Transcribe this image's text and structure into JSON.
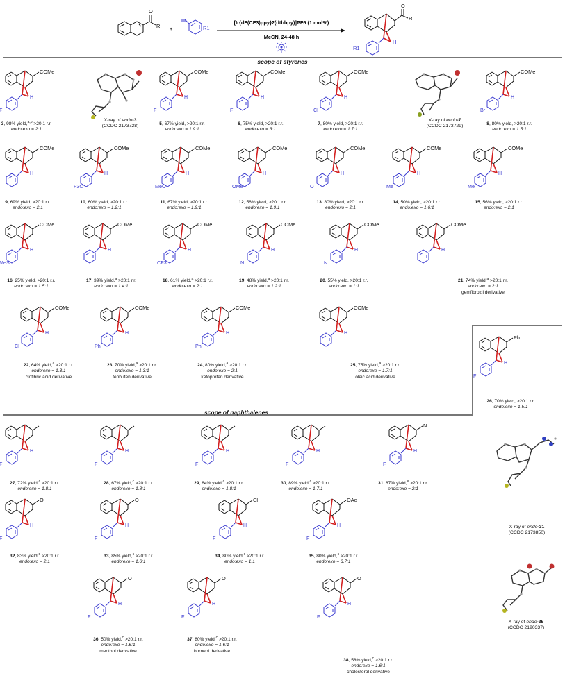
{
  "scheme": {
    "reagent_r": "R",
    "reagent_r1": "R1",
    "plus": "+",
    "catalyst": "[Ir{dF(CF3)ppy}2(dtbbpy)]PF6 (1 mol%)",
    "conditions": "MeCN, 24-48 h",
    "product_r": "R",
    "product_r1": "R1",
    "product_h": "H",
    "colors": {
      "bond": "#111111",
      "new_ring": "#d32020",
      "aryl": "#3a3ad0"
    }
  },
  "sections": {
    "styrenes": "scope of styrenes",
    "naphthalenes": "scope of naphthalenes"
  },
  "compounds": [
    {
      "id": "3",
      "r": "COMe",
      "sub": "F",
      "yield": "98% yield,",
      "sup": "a,b",
      "rr": " >20:1 r.r.",
      "ratio": "endo:exo = 2:1",
      "note": ""
    },
    {
      "id": "5",
      "r": "COMe",
      "sub": "F",
      "yield": "67% yield,",
      "sup": "",
      "rr": " >20:1 r.r.",
      "ratio": "endo:exo = 1.9:1",
      "note": ""
    },
    {
      "id": "6",
      "r": "COMe",
      "sub": "F",
      "yield": "75% yield,",
      "sup": "",
      "rr": " >20:1 r.r.",
      "ratio": "endo:exo = 3:1",
      "note": ""
    },
    {
      "id": "7",
      "r": "COMe",
      "sub": "Cl",
      "yield": "80% yield,",
      "sup": "",
      "rr": " >20:1 r.r.",
      "ratio": "endo:exo = 1.7:1",
      "note": ""
    },
    {
      "id": "8",
      "r": "COMe",
      "sub": "Br",
      "yield": "80% yield,",
      "sup": "",
      "rr": " >20:1 r.r.",
      "ratio": "endo:exo = 1.5:1",
      "note": ""
    },
    {
      "id": "9",
      "r": "COMe",
      "sub": "",
      "yield": "69% yield,",
      "sup": "",
      "rr": " >20:1 r.r.",
      "ratio": "endo:exo = 2:1",
      "note": ""
    },
    {
      "id": "10",
      "r": "COMe",
      "sub": "F3C",
      "yield": "60% yield,",
      "sup": "",
      "rr": " >20:1 r.r.",
      "ratio": "endo:exo = 1.2:1",
      "note": ""
    },
    {
      "id": "11",
      "r": "COMe",
      "sub": "MeO",
      "yield": "67% yield,",
      "sup": "",
      "rr": " >20:1 r.r.",
      "ratio": "endo:exo = 1.9:1",
      "note": ""
    },
    {
      "id": "12",
      "r": "COMe",
      "sub": "OMe",
      "yield": "56% yield,",
      "sup": "",
      "rr": " >20:1 r.r.",
      "ratio": "endo:exo = 1.9:1",
      "note": ""
    },
    {
      "id": "13",
      "r": "COMe",
      "sub": "O",
      "yield": "80% yield,",
      "sup": "",
      "rr": " >20:1 r.r.",
      "ratio": "endo:exo = 2:1",
      "note": ""
    },
    {
      "id": "14",
      "r": "COMe",
      "sub": "Me",
      "yield": "50% yield,",
      "sup": "",
      "rr": " >20:1 r.r.",
      "ratio": "endo:exo = 1.6:1",
      "note": ""
    },
    {
      "id": "15",
      "r": "COMe",
      "sub": "Me",
      "yield": "56% yield,",
      "sup": "",
      "rr": " >20:1 r.r.",
      "ratio": "endo:exo = 2:1",
      "note": ""
    },
    {
      "id": "16",
      "r": "COMe",
      "sub": "MeS",
      "yield": "25% yield,",
      "sup": "",
      "rr": " >20:1 r.r.",
      "ratio": "endo:exo = 1.5:1",
      "note": ""
    },
    {
      "id": "17",
      "r": "COMe",
      "sub": "",
      "yield": "39% yield,",
      "sup": "a",
      "rr": " >20:1 r.r.",
      "ratio": "endo:exo = 1.4:1",
      "note": ""
    },
    {
      "id": "18",
      "r": "COMe",
      "sub": "CF3",
      "yield": "61% yield,",
      "sup": "a",
      "rr": " >20:1 r.r.",
      "ratio": "endo:exo = 2:1",
      "note": ""
    },
    {
      "id": "19",
      "r": "COMe",
      "sub": "N",
      "yield": "48% yield,",
      "sup": "a",
      "rr": " >20:1 r.r.",
      "ratio": "endo:exo = 1.2:1",
      "note": ""
    },
    {
      "id": "20",
      "r": "COMe",
      "sub": "N",
      "yield": "55% yield,",
      "sup": "",
      "rr": " >20:1 r.r.",
      "ratio": "endo:exo = 1:1",
      "note": ""
    },
    {
      "id": "21",
      "r": "COMe",
      "sub": "",
      "yield": "74% yield,",
      "sup": "a",
      "rr": " >20:1 r.r.",
      "ratio": "endo:exo = 2:1",
      "note": "gemfibrozil derivative"
    },
    {
      "id": "22",
      "r": "COMe",
      "sub": "Cl",
      "yield": "64% yield,",
      "sup": "a",
      "rr": " >20:1 r.r.",
      "ratio": "endo:exo = 1.3:1",
      "note": "clofibric acid derivative"
    },
    {
      "id": "23",
      "r": "COMe",
      "sub": "Ph",
      "yield": "70% yield,",
      "sup": "a",
      "rr": " >20:1 r.r.",
      "ratio": "endo:exo = 1.3:1",
      "note": "fenbufen derivative"
    },
    {
      "id": "24",
      "r": "COMe",
      "sub": "Ph",
      "yield": "80% yield,",
      "sup": "a",
      "rr": " >20:1 r.r.",
      "ratio": "endo:exo = 2:1",
      "note": "ketoprofen derivative"
    },
    {
      "id": "25",
      "r": "COMe",
      "sub": "",
      "yield": "75% yield,",
      "sup": "a",
      "rr": " >20:1 r.r.",
      "ratio": "endo:exo = 1.7:1",
      "note": "oleic acid derivative"
    },
    {
      "id": "26",
      "r": "Ph",
      "sub": "F",
      "yield": "70% yield,",
      "sup": "",
      "rr": " >20:1 r.r.",
      "ratio": "endo:exo = 1.5:1",
      "note": ""
    },
    {
      "id": "27",
      "r": "",
      "sub": "F",
      "yield": "72% yield,",
      "sup": "c",
      "rr": " >20:1 r.r.",
      "ratio": "endo:exo = 1.8:1",
      "note": ""
    },
    {
      "id": "28",
      "r": "",
      "sub": "F",
      "yield": "67% yield,",
      "sup": "c",
      "rr": " >20:1 r.r.",
      "ratio": "endo:exo = 1.8:1",
      "note": ""
    },
    {
      "id": "29",
      "r": "",
      "sub": "F",
      "yield": "84% yield,",
      "sup": "c",
      "rr": " >20:1 r.r.",
      "ratio": "endo:exo = 1.8:1",
      "note": ""
    },
    {
      "id": "30",
      "r": "",
      "sub": "F",
      "yield": "89% yield,",
      "sup": "c",
      "rr": " >20:1 r.r.",
      "ratio": "endo:exo = 1.7:1",
      "note": ""
    },
    {
      "id": "31",
      "r": "N",
      "sub": "F",
      "yield": "87% yield,",
      "sup": "e",
      "rr": " >20:1 r.r.",
      "ratio": "endo:exo = 2:1",
      "note": ""
    },
    {
      "id": "32",
      "r": "O",
      "sub": "F",
      "yield": "83% yield,",
      "sup": "d",
      "rr": " >20:1 r.r.",
      "ratio": "endo:exo = 2:1",
      "note": ""
    },
    {
      "id": "33",
      "r": "O",
      "sub": "F",
      "yield": "85% yield,",
      "sup": "c",
      "rr": " >20:1 r.r.",
      "ratio": "endo:exo = 1.6:1",
      "note": ""
    },
    {
      "id": "34",
      "r": "Cl",
      "sub": "F",
      "yield": "80% yield,",
      "sup": "c",
      "rr": " >20:1 r.r.",
      "ratio": "endo:exo = 1:1",
      "note": ""
    },
    {
      "id": "35",
      "r": "OAc",
      "sub": "F",
      "yield": "80% yield,",
      "sup": "c",
      "rr": " >20:1 r.r.",
      "ratio": "endo:exo = 3.7:1",
      "note": ""
    },
    {
      "id": "36",
      "r": "O",
      "sub": "F",
      "yield": "50% yield,",
      "sup": "c",
      "rr": " >20:1 r.r.",
      "ratio": "endo:exo = 1.6:1",
      "note": "menthol derivative"
    },
    {
      "id": "37",
      "r": "O",
      "sub": "F",
      "yield": "80% yield,",
      "sup": "c",
      "rr": " >20:1 r.r.",
      "ratio": "endo:exo = 1.6:1",
      "note": "borneol derivative"
    },
    {
      "id": "38",
      "r": "O",
      "sub": "F",
      "yield": "58% yield,",
      "sup": "c",
      "rr": " >20:1 r.r.",
      "ratio": "endo:exo = 1.6:1",
      "note": "cholesterol derivative"
    }
  ],
  "xrays": [
    {
      "prefix": "X-ray of ",
      "italic": "endo",
      "suffix": "-3",
      "ccdc": "(CCDC 2173728)"
    },
    {
      "prefix": "X-ray of ",
      "italic": "endo",
      "suffix": "-7",
      "ccdc": "(CCDC 2173729)"
    },
    {
      "prefix": "X-ray of ",
      "italic": "endo",
      "suffix": "-31",
      "ccdc": "(CCDC 2173850)"
    },
    {
      "prefix": "X-ray of ",
      "italic": "endo",
      "suffix": "-35",
      "ccdc": "(CCDC 2190337)"
    }
  ]
}
